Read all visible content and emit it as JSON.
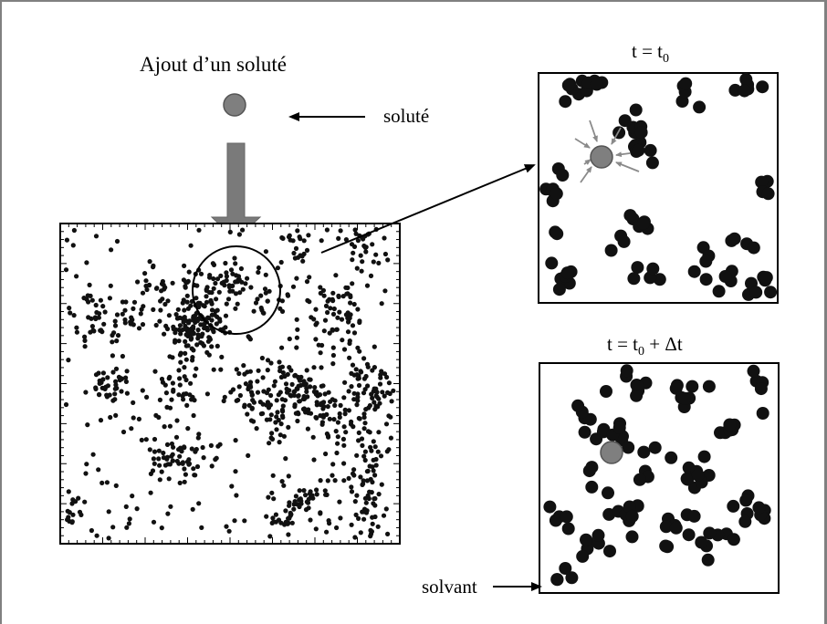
{
  "labels": {
    "title": "Ajout d’un soluté",
    "solute": "soluté",
    "solvent": "solvant",
    "panel_top": {
      "lhs": "t = t",
      "sub": "0"
    },
    "panel_bottom": {
      "lhs": "t = t",
      "sub": "0",
      "rhs": " + Δt"
    }
  },
  "colors": {
    "frame": "#808080",
    "particle": "#111111",
    "solute": "#7f7f7f",
    "solute_stroke": "#555555",
    "arrow_big": "#7a7a7a",
    "panel_border": "#000000"
  }
}
